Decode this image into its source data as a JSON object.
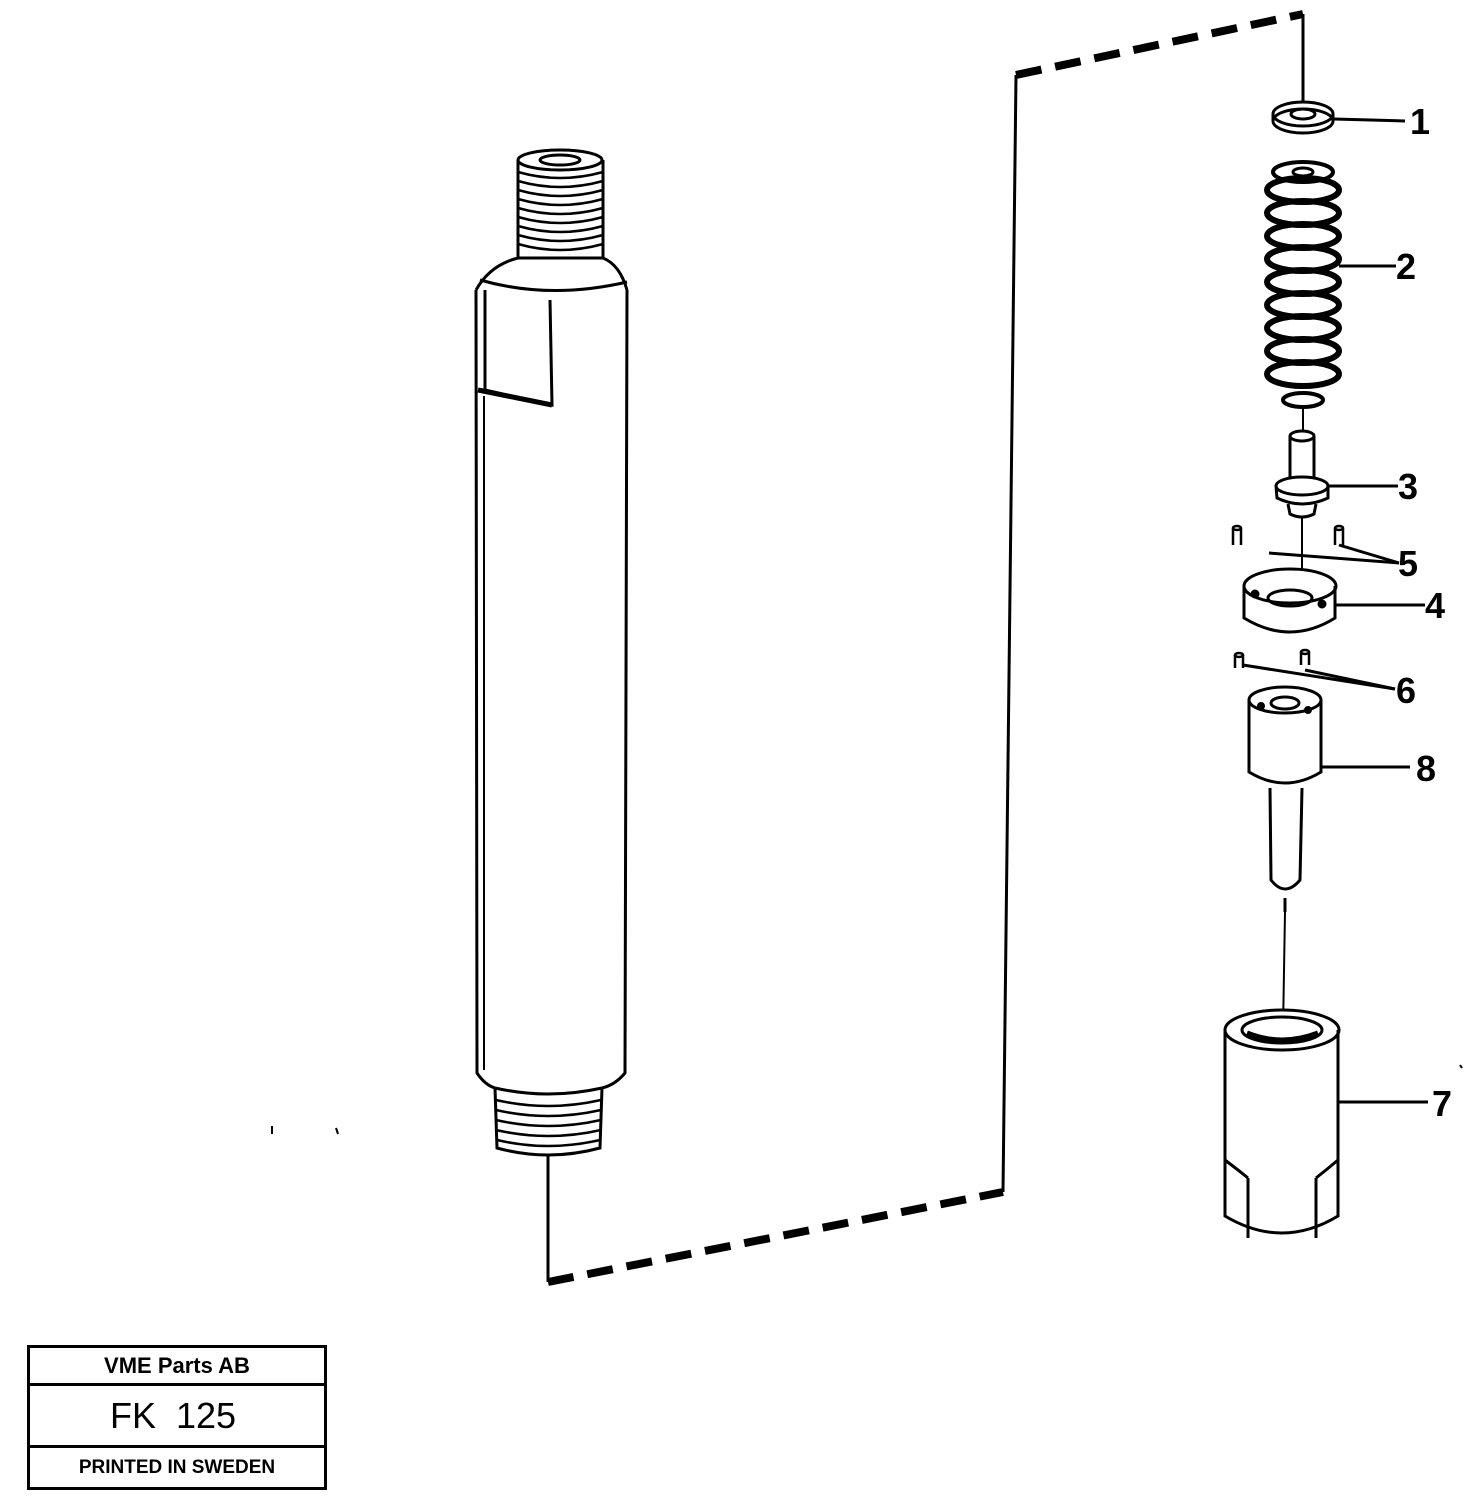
{
  "callouts": [
    {
      "id": "1",
      "label": "1"
    },
    {
      "id": "2",
      "label": "2"
    },
    {
      "id": "3",
      "label": "3"
    },
    {
      "id": "5",
      "label": "5"
    },
    {
      "id": "4",
      "label": "4"
    },
    {
      "id": "6",
      "label": "6"
    },
    {
      "id": "8",
      "label": "8"
    },
    {
      "id": "7",
      "label": "7"
    }
  ],
  "title_block": {
    "company": "VME Parts AB",
    "code": "FK 125",
    "printed": "PRINTED IN SWEDEN"
  }
}
